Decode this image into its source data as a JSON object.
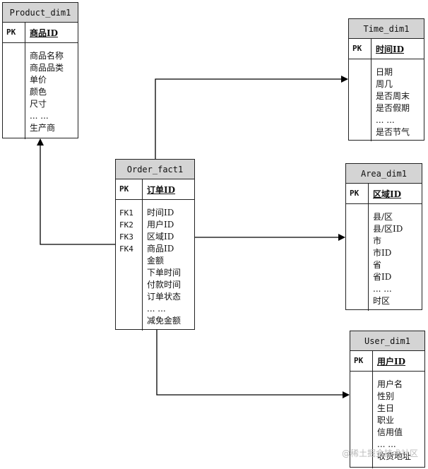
{
  "labels": {
    "pk": "PK"
  },
  "product": {
    "title": "Product_dim1",
    "pk_field": "商品ID",
    "fields": [
      "商品名称",
      "商品品类",
      "单价",
      "颜色",
      "尺寸",
      "... ...",
      "生产商"
    ]
  },
  "time": {
    "title": "Time_dim1",
    "pk_field": "时间ID",
    "fields": [
      "日期",
      "周几",
      "是否周末",
      "是否假期",
      "... ...",
      "是否节气"
    ]
  },
  "order": {
    "title": "Order_fact1",
    "pk_field": "订单ID",
    "fk_labels": [
      "FK1",
      "FK2",
      "FK3",
      "FK4"
    ],
    "fields": [
      "时间ID",
      "用户ID",
      "区域ID",
      "商品ID",
      "金额",
      "下单时间",
      "付款时间",
      "订单状态",
      "... ...",
      "减免金额"
    ]
  },
  "area": {
    "title": "Area_dim1",
    "pk_field": "区域ID",
    "fields": [
      "县/区",
      "县/区ID",
      "市",
      "市ID",
      "省",
      "省ID",
      "... ...",
      "时区"
    ]
  },
  "user": {
    "title": "User_dim1",
    "pk_field": "用户ID",
    "fields": [
      "用户名",
      "性别",
      "生日",
      "职业",
      "信用值",
      "... ...",
      "收货地址"
    ]
  },
  "watermark": "@稀土掘金技术社区"
}
